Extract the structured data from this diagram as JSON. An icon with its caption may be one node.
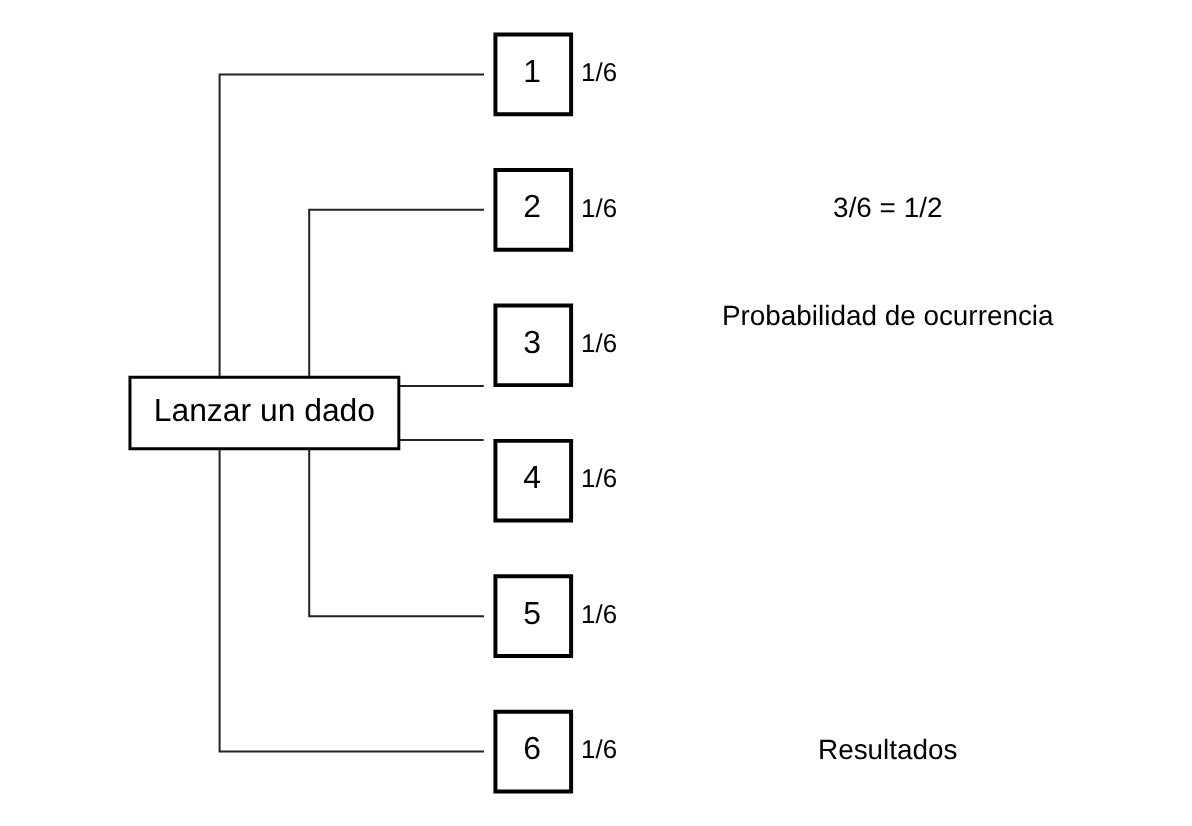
{
  "diagram": {
    "nodes": [
      {
        "text": [
          "Lanzar un dado"
        ]
      },
      {
        "text": [
          "1"
        ],
        "beside": [
          "1/6"
        ]
      },
      {
        "text": [
          "2"
        ],
        "beside": [
          "1/6"
        ]
      },
      {
        "text": [
          "3"
        ],
        "beside": [
          "1/6"
        ]
      },
      {
        "text": [
          "4"
        ],
        "beside": [
          "1/6"
        ]
      },
      {
        "text": [
          "5"
        ],
        "beside": [
          "1/6"
        ]
      },
      {
        "text": [
          "6"
        ],
        "beside": [
          "1/6"
        ]
      }
    ],
    "edges": [
      {
        "from": 0,
        "to": 1,
        "arrow": "none"
      },
      {
        "from": 0,
        "to": 2,
        "arrow": "none"
      },
      {
        "from": 0,
        "to": 3,
        "arrow": "none"
      },
      {
        "from": 0,
        "to": 4,
        "arrow": "none"
      },
      {
        "from": 0,
        "to": 5,
        "arrow": "none"
      },
      {
        "from": 0,
        "to": 6,
        "arrow": "none"
      }
    ],
    "labels": [
      "3/6 = 1/2",
      "Probabilidad de ocurrencia",
      "Resultados"
    ]
  }
}
